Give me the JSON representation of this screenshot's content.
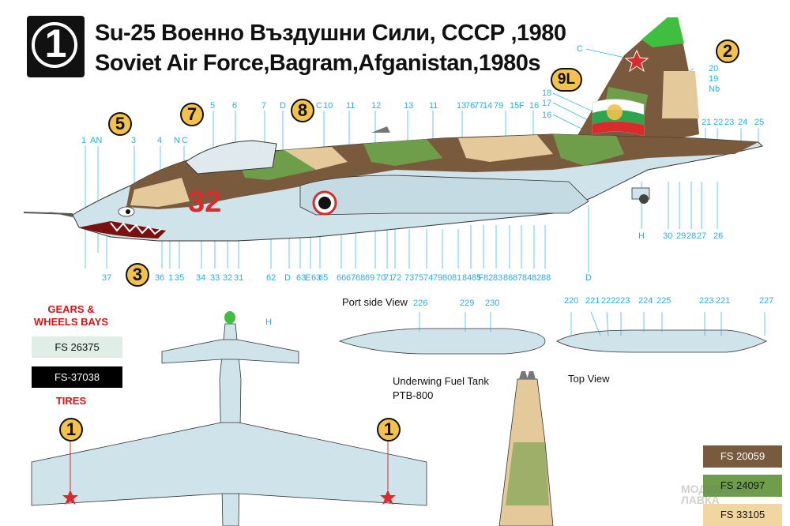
{
  "header": {
    "badge_number": "1",
    "title_bg": "Su-25 Военно Въздушни Сили, СССР ,1980",
    "title_en": "Soviet Air Force,Bagram,Afganistan,1980s"
  },
  "callouts": {
    "c5": "5",
    "c7": "7",
    "c8": "8",
    "c2": "2",
    "c9l": "9L",
    "c3": "3",
    "c1a": "1",
    "c1b": "1"
  },
  "aircraft": {
    "side_number": "32"
  },
  "top_numbers": [
    "1",
    "AN",
    "3",
    "4",
    "N",
    "C",
    "5",
    "6",
    "7",
    "D",
    "C",
    "10",
    "11",
    "12",
    "13",
    "11",
    "13",
    "76",
    "77",
    "14",
    "79",
    "15",
    "F",
    "16"
  ],
  "tail_numbers": [
    "C",
    "18",
    "17",
    "16",
    "20",
    "19",
    "Nb",
    "21",
    "22",
    "23",
    "24",
    "25"
  ],
  "bottom_numbers": [
    "37",
    "36",
    "1",
    "35",
    "34",
    "33",
    "32",
    "31",
    "62",
    "D",
    "63",
    "E",
    "63",
    "65",
    "66",
    "67",
    "68",
    "69",
    "70",
    "71",
    "72",
    "73",
    "75",
    "74",
    "79",
    "80",
    "81",
    "84",
    "85",
    "F",
    "82",
    "83",
    "86",
    "87",
    "84",
    "82",
    "88",
    "D",
    "H",
    "30",
    "29",
    "28",
    "27",
    "26"
  ],
  "gears": {
    "line1": "GEARS &",
    "line2": "WHEELS BAYS",
    "swatch1": "FS 26375",
    "swatch2": "FS-37038",
    "tires": "TIRES"
  },
  "views": {
    "port": "Port side View",
    "port_numbers": [
      "226",
      "229",
      "230"
    ],
    "top_numbers": [
      "220",
      "221",
      "222",
      "223",
      "224",
      "225",
      "223",
      "221",
      "227"
    ],
    "underwing_1": "Underwing Fuel Tank",
    "underwing_2": "PTB-800",
    "top": "Top View",
    "plan_h": "H"
  },
  "legend": [
    "FS 20059",
    "FS 24097",
    "FS 33105"
  ],
  "watermark": [
    "МОДЕЛЬНАЯ",
    "ЛАВКА"
  ],
  "colors": {
    "camo_brown": "#7a5a3c",
    "camo_green": "#6e9e4a",
    "camo_sand": "#e4c99a",
    "belly_blue": "#cfe3ea",
    "fin_green": "#3fbf3f",
    "callout_yellow": "#f2c14e",
    "dim_line": "#2aaee6",
    "red_marking": "#d92b2b"
  }
}
